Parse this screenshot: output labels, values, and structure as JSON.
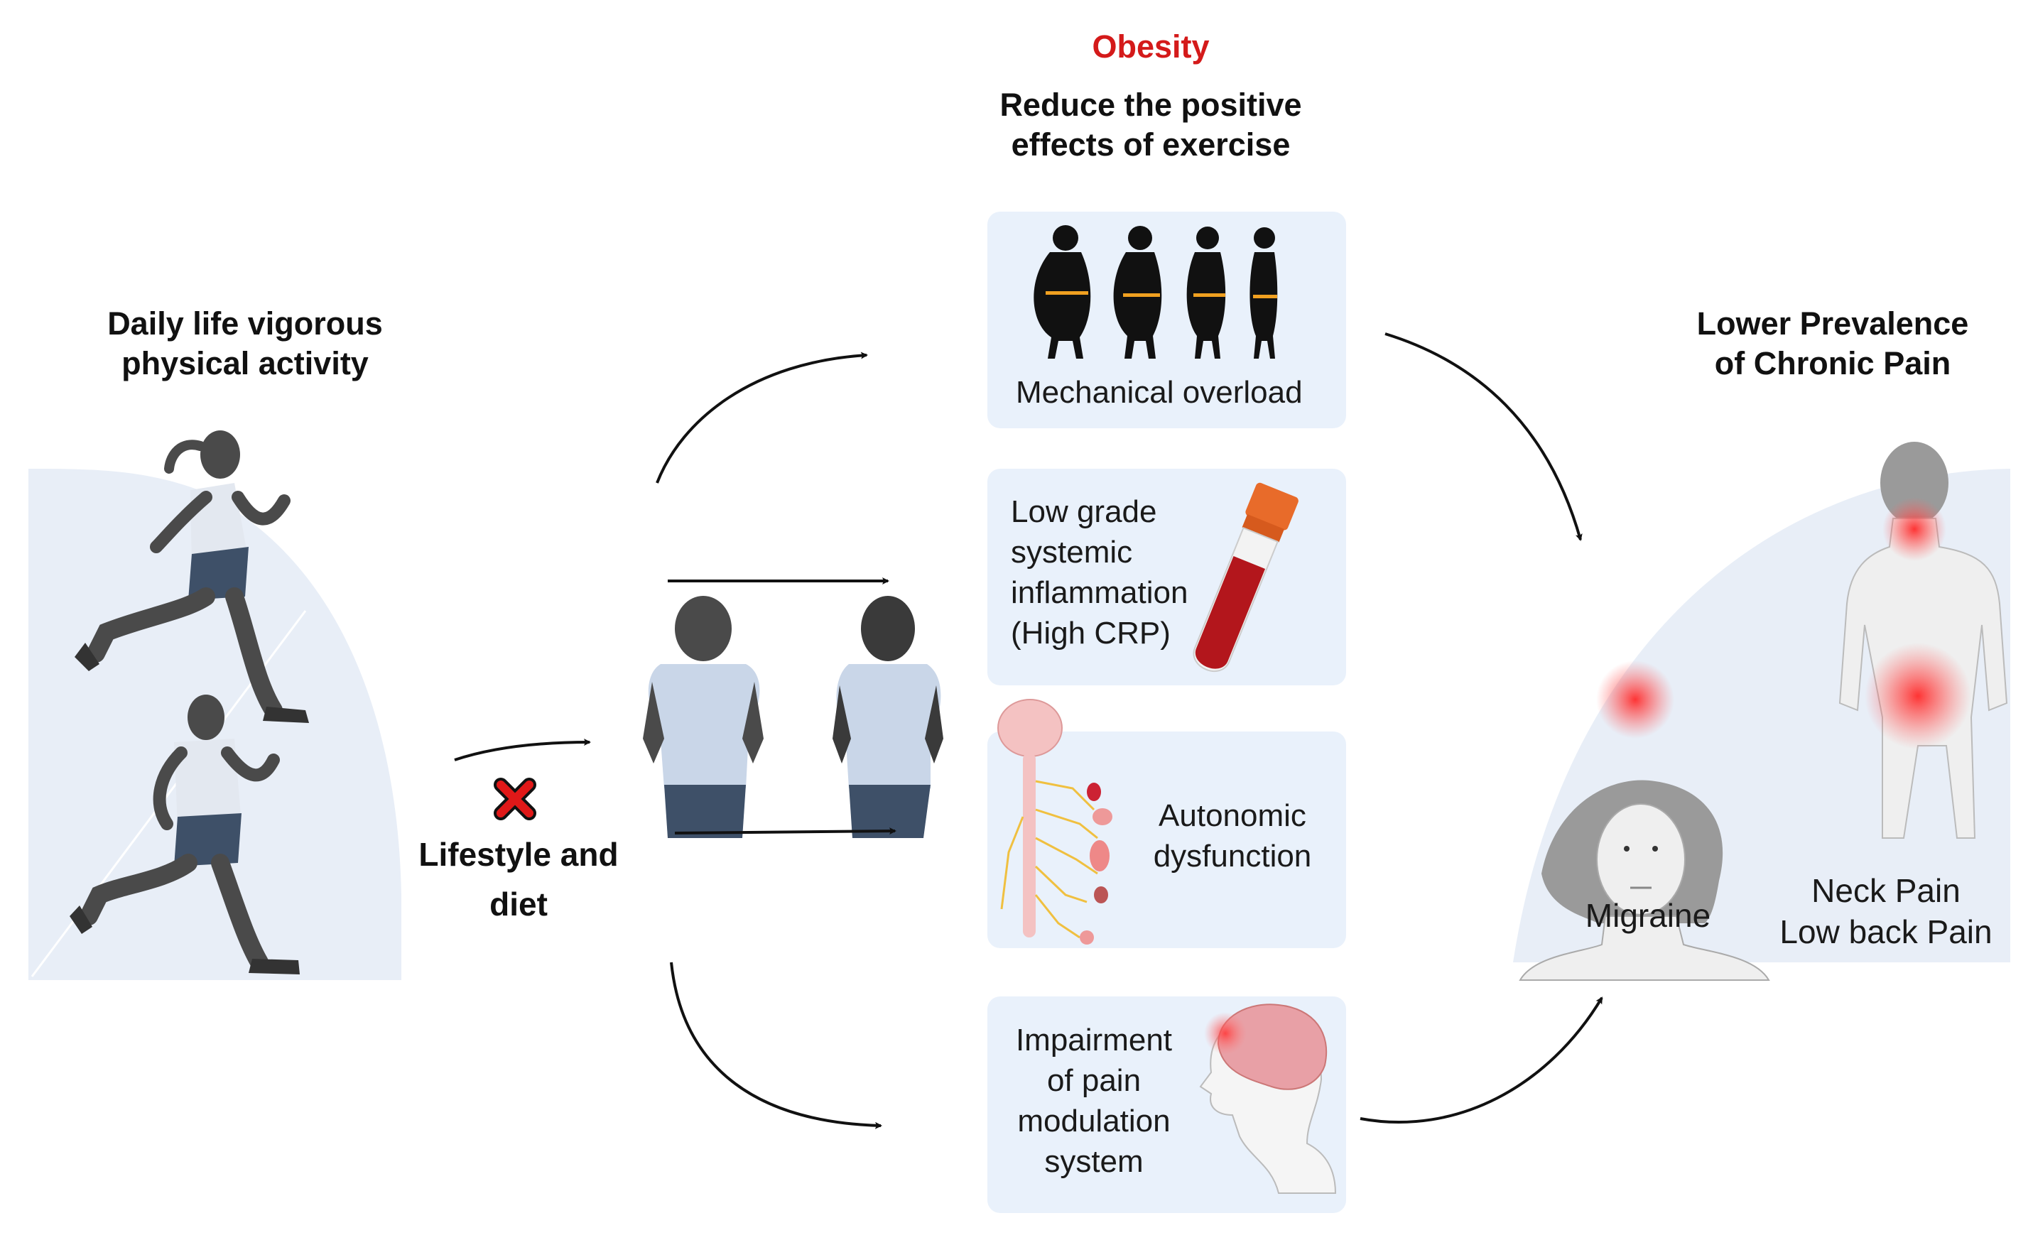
{
  "header": {
    "condition": "Obesity",
    "subtitle_line1": "Reduce the positive",
    "subtitle_line2": "effects of exercise"
  },
  "left_panel": {
    "title_line1": "Daily life vigorous",
    "title_line2": "physical activity"
  },
  "modifier": {
    "label_line1": "Lifestyle and",
    "label_line2": "diet",
    "blocked_icon": "red-x-icon"
  },
  "mechanisms": [
    {
      "id": "mechanical",
      "lines": [
        "Mechanical overload"
      ],
      "icon": "body-silhouettes-icon"
    },
    {
      "id": "inflammation",
      "lines": [
        "Low grade",
        "systemic",
        "inflammation",
        "(High CRP)"
      ],
      "icon": "blood-tube-icon"
    },
    {
      "id": "autonomic",
      "lines": [
        "Autonomic",
        "dysfunction"
      ],
      "icon": "nervous-system-icon"
    },
    {
      "id": "pain_modulation",
      "lines": [
        "Impairment",
        "of pain",
        "modulation",
        "system"
      ],
      "icon": "brain-head-icon"
    }
  ],
  "right_panel": {
    "title_line1": "Lower Prevalence",
    "title_line2": "of Chronic Pain",
    "conditions": {
      "migraine": "Migraine",
      "neck": "Neck Pain",
      "low_back": "Low back Pain"
    }
  },
  "colors": {
    "obesity_red": "#d41a1a",
    "panel_bg": "#e9f1fb",
    "shirt": "#c9d6e8",
    "skin_dark": "#4a4a4a",
    "pain_glow": "#ff2a2a"
  }
}
